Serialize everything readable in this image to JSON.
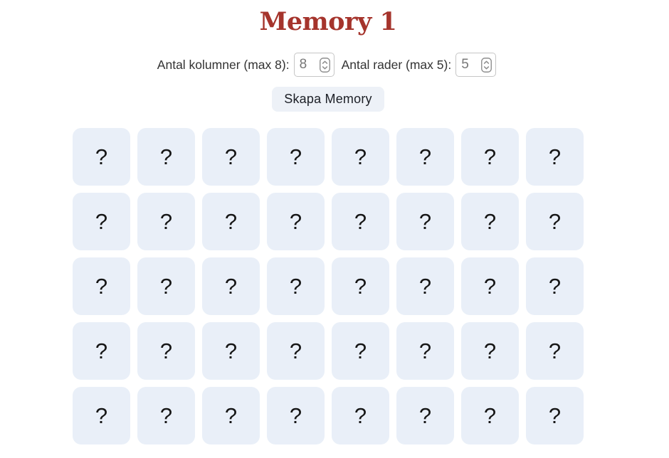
{
  "page": {
    "title": "Memory 1"
  },
  "theme": {
    "title_color": "#a5342c",
    "card_color": "#e9eff8",
    "button_bg": "#edf1f7",
    "input_text_color": "#777777"
  },
  "form": {
    "columns_label": "Antal kolumner (max 8):",
    "columns_value": "8",
    "rows_label": "Antal rader (max 5):",
    "rows_value": "5",
    "submit_label": "Skapa Memory"
  },
  "icons": {
    "columns_stepper": "number-stepper-icon",
    "rows_stepper": "number-stepper-icon"
  },
  "board": {
    "columns": 8,
    "rows": 5,
    "card_count": 40,
    "card_symbol": "?"
  }
}
